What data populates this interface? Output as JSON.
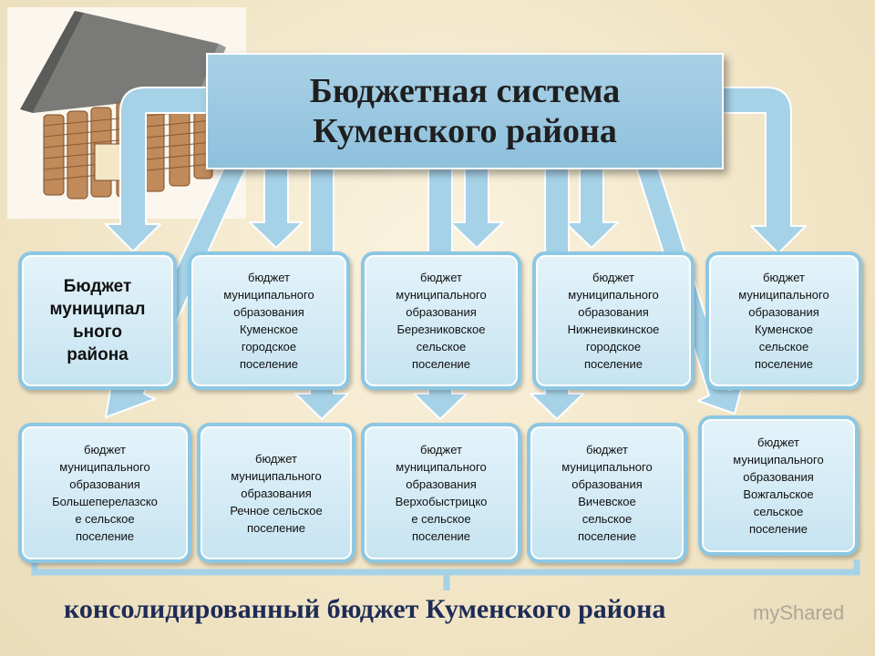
{
  "title": {
    "line1": "Бюджетная система",
    "line2": "Куменского района"
  },
  "cards": {
    "municipal_district": "Бюджет\nмуниципал\nьного\nрайона",
    "kumenskoe_gorodskoe": "бюджет\nмуниципального\nобразования\nКуменское\nгородское\nпоселение",
    "bereznikovskoe": "бюджет\nмуниципального\nобразования\nБерезниковское\nсельское\nпоселение",
    "nizhneivkinskoe": "бюджет\nмуниципального\nобразования\nНижнеивкинское\nгородское\nпоселение",
    "kumenskoe_selskoe": "бюджет\nмуниципального\nобразования\nКуменское\nсельское\nпоселение",
    "bolsheperelazskoe": "бюджет\nмуниципального\nобразования\nБольшеперелазско\nе сельское\nпоселение",
    "rechnoe": "бюджет\nмуниципального\nобразования\nРечное сельское\nпоселение",
    "verkhobystritskoe": "бюджет\nмуниципального\nобразования\nВерхобыстрицко\nе сельское\nпоселение",
    "vichevskoe": "бюджет\nмуниципального\nобразования\nВичевское\nсельское\nпоселение",
    "vozhgalskoe": "бюджет\nмуниципального\nобразования\nВожгальское\nсельское\nпоселение"
  },
  "footer": "консолидированный бюджет Куменского района",
  "watermark": "myShared",
  "colors": {
    "background": "#f1e5c6",
    "title_box": "#8ec0dc",
    "card_border": "#8cc7e3",
    "card_fill": "#d6ecf6",
    "arrow_fill": "#a6d2e8",
    "footer_text": "#1e2b57"
  }
}
